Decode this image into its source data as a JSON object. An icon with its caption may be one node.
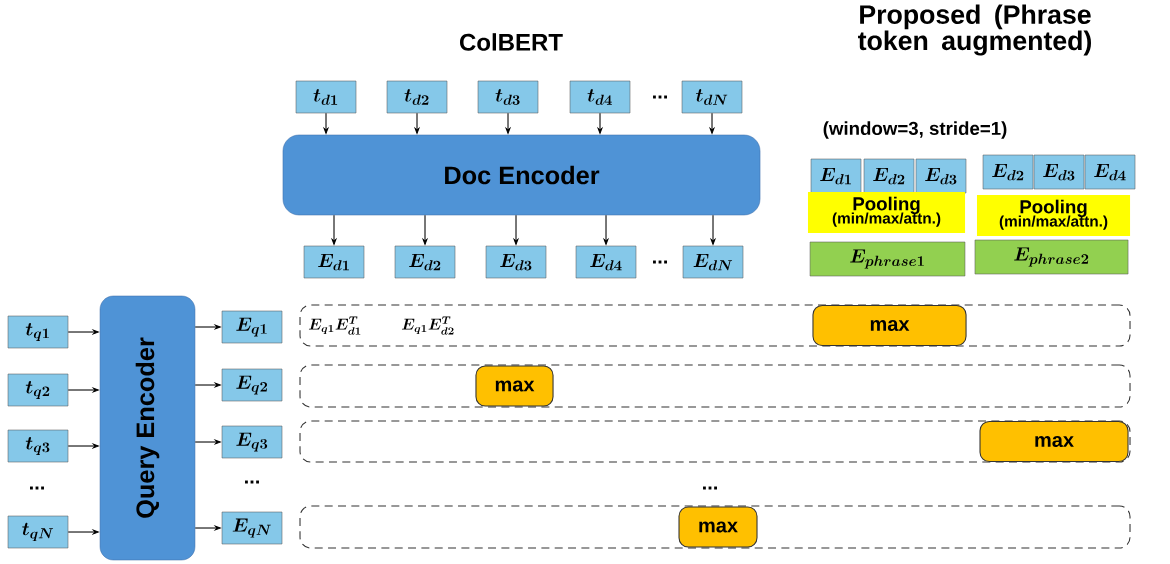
{
  "diagram": {
    "nodes": [
      {
        "text": [
          "Doc Encoder"
        ]
      },
      {
        "text": [
          "t_{d1}"
        ]
      },
      {
        "text": [
          "t_{d2}"
        ]
      },
      {
        "text": [
          "t_{d3}"
        ]
      },
      {
        "text": [
          "t_{d4}"
        ]
      },
      {
        "text": [
          "t_{dN}"
        ]
      },
      {
        "text": [
          "E_{d1}"
        ]
      },
      {
        "text": [
          "E_{d2}"
        ]
      },
      {
        "text": [
          "E_{d3}"
        ]
      },
      {
        "text": [
          "E_{d4}"
        ]
      },
      {
        "text": [
          "E_{dN}"
        ]
      },
      {
        "text": [
          "Query Encoder"
        ]
      },
      {
        "text": [
          "t_{q1}"
        ]
      },
      {
        "text": [
          "t_{q2}"
        ]
      },
      {
        "text": [
          "t_{q3}"
        ]
      },
      {
        "text": [
          "t_{qN}"
        ]
      },
      {
        "text": [
          "E_{q1}"
        ]
      },
      {
        "text": [
          "E_{q2}"
        ]
      },
      {
        "text": [
          "E_{q3}"
        ]
      },
      {
        "text": [
          "E_{qN}"
        ]
      },
      {
        "text": [
          "E_{q1}E_{d1}^{T}",
          "E_{q1}E_{d2}^{T}"
        ]
      },
      {
        "text": [],
        "shape": "box"
      },
      {
        "text": [],
        "shape": "box"
      },
      {
        "text": [],
        "shape": "box"
      },
      {
        "text": [
          "max"
        ],
        "in": 20
      },
      {
        "text": [
          "max"
        ],
        "in": 21
      },
      {
        "text": [
          "max"
        ],
        "in": 22
      },
      {
        "text": [
          "max"
        ],
        "in": 23
      },
      {
        "text": [
          "E_{d1}"
        ]
      },
      {
        "text": [
          "E_{d2}"
        ]
      },
      {
        "text": [
          "E_{d3}"
        ]
      },
      {
        "text": [
          "E_{d2}"
        ]
      },
      {
        "text": [
          "E_{d3}"
        ]
      },
      {
        "text": [
          "E_{d4}"
        ]
      },
      {
        "text": [
          "Pooling",
          "(min/max/attn.)"
        ]
      },
      {
        "text": [
          "Pooling",
          "(min/max/attn.)"
        ]
      },
      {
        "text": [
          "E_{phrase1}"
        ]
      },
      {
        "text": [
          "E_{phrase2}"
        ]
      }
    ],
    "edges": [
      {
        "from": 1,
        "to": 0,
        "arrow": "to"
      },
      {
        "from": 2,
        "to": 0,
        "arrow": "to"
      },
      {
        "from": 3,
        "to": 0,
        "arrow": "to"
      },
      {
        "from": 4,
        "to": 0,
        "arrow": "to"
      },
      {
        "from": 5,
        "to": 0,
        "arrow": "to"
      },
      {
        "from": 0,
        "to": 6,
        "arrow": "to"
      },
      {
        "from": 0,
        "to": 7,
        "arrow": "to"
      },
      {
        "from": 0,
        "to": 8,
        "arrow": "to"
      },
      {
        "from": 0,
        "to": 9,
        "arrow": "to"
      },
      {
        "from": 0,
        "to": 10,
        "arrow": "to"
      },
      {
        "from": 12,
        "to": 11,
        "arrow": "to"
      },
      {
        "from": 13,
        "to": 11,
        "arrow": "to"
      },
      {
        "from": 14,
        "to": 11,
        "arrow": "to"
      },
      {
        "from": 15,
        "to": 11,
        "arrow": "to"
      },
      {
        "from": 11,
        "to": 16,
        "arrow": "to"
      },
      {
        "from": 11,
        "to": 17,
        "arrow": "to"
      },
      {
        "from": 11,
        "to": 18,
        "arrow": "to"
      },
      {
        "from": 11,
        "to": 19,
        "arrow": "to"
      }
    ],
    "labels": [
      "Proposed (Phrase token augmented)",
      "ColBERT",
      "...",
      "(window=3, stride=1)",
      "...",
      "...",
      "...",
      "..."
    ]
  }
}
